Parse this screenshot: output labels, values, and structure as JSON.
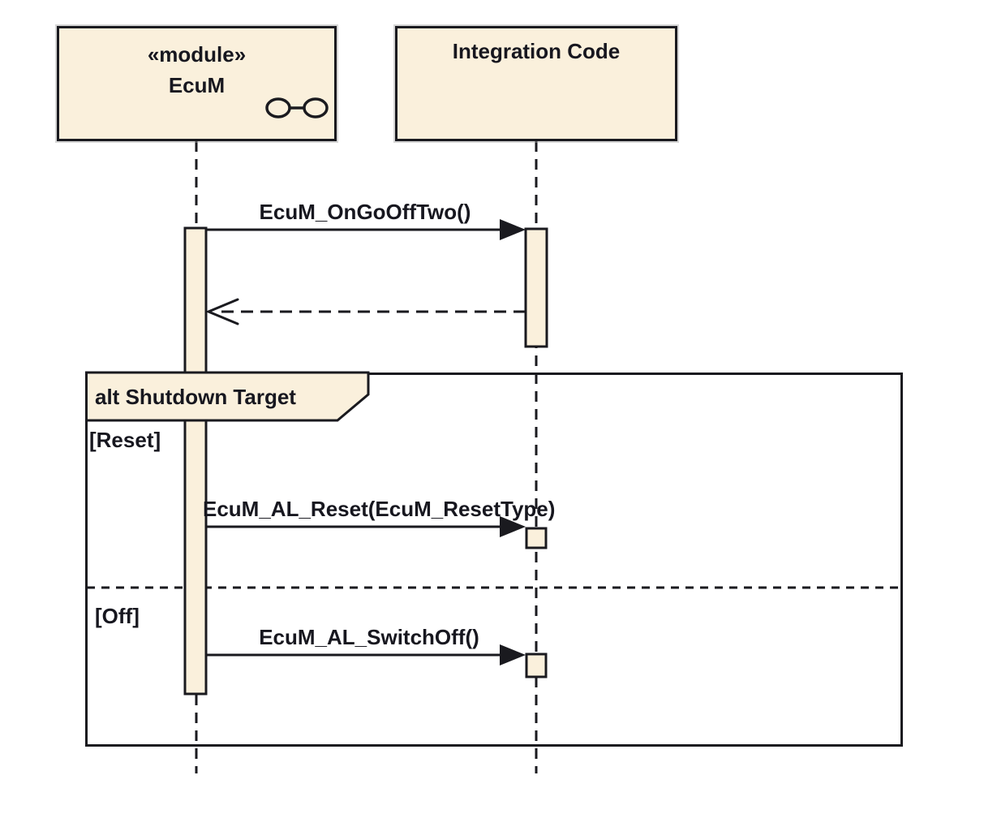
{
  "diagram": {
    "kind": "uml-sequence-diagram",
    "colors": {
      "fill": "#faf0dc",
      "line": "#1a1a1f",
      "text": "#17171f",
      "background": "#ffffff"
    },
    "participants": [
      {
        "stereotype": "«module»",
        "name": "EcuM",
        "icon": "module-component-icon"
      },
      {
        "stereotype": "",
        "name": "Integration Code",
        "icon": ""
      }
    ],
    "messages": [
      {
        "label": "EcuM_OnGoOffTwo()",
        "from": "EcuM",
        "to": "Integration Code",
        "type": "call"
      },
      {
        "label": "",
        "from": "Integration Code",
        "to": "EcuM",
        "type": "return"
      },
      {
        "label": "EcuM_AL_Reset(EcuM_ResetType)",
        "from": "EcuM",
        "to": "Integration Code",
        "type": "call"
      },
      {
        "label": "EcuM_AL_SwitchOff()",
        "from": "EcuM",
        "to": "Integration Code",
        "type": "call"
      }
    ],
    "fragment": {
      "operator": "alt",
      "label": "alt Shutdown Target",
      "guards": [
        "[Reset]",
        "[Off]"
      ]
    }
  }
}
